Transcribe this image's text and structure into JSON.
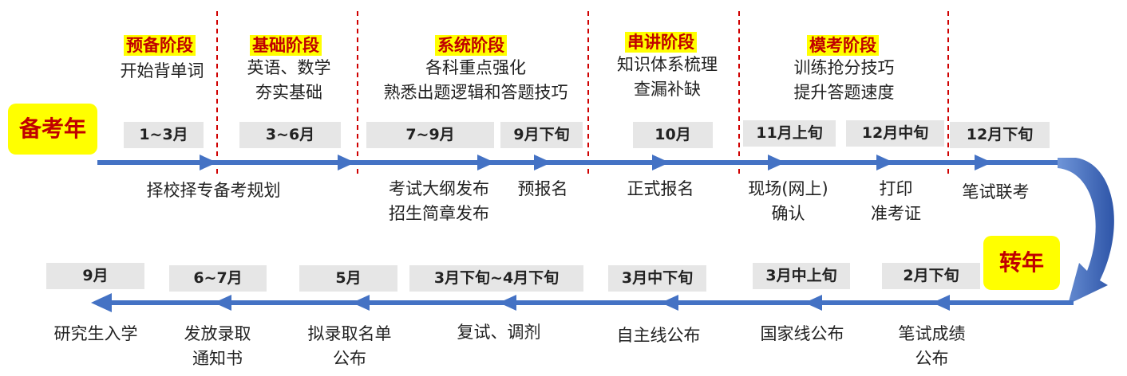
{
  "badges": {
    "year": "备考年",
    "turn": "转年"
  },
  "stages": [
    {
      "title": "预备阶段",
      "desc": [
        "开始背单词"
      ]
    },
    {
      "title": "基础阶段",
      "desc": [
        "英语、数学",
        "夯实基础"
      ]
    },
    {
      "title": "系统阶段",
      "desc": [
        "各科重点强化",
        "熟悉出题逻辑和答题技巧"
      ]
    },
    {
      "title": "串讲阶段",
      "desc": [
        "知识体系梳理",
        "查漏补缺"
      ]
    },
    {
      "title": "模考阶段",
      "desc": [
        "训练抢分技巧",
        "提升答题速度"
      ]
    }
  ],
  "top_months": [
    "1~3月",
    "3~6月",
    "7~9月",
    "9月下旬",
    "10月",
    "11月上旬",
    "12月中旬",
    "12月下旬"
  ],
  "top_events": [
    [
      "择校择专备考规划"
    ],
    [
      "考试大纲发布",
      "招生简章发布"
    ],
    [
      "预报名"
    ],
    [
      "正式报名"
    ],
    [
      "现场(网上)",
      "确认"
    ],
    [
      "打印",
      "准考证"
    ],
    [
      "笔试联考"
    ]
  ],
  "bottom_months": [
    "2月下旬",
    "3月中上旬",
    "3月中下旬",
    "3月下旬~4月下旬",
    "5月",
    "6~7月",
    "9月"
  ],
  "bottom_events": [
    [
      "笔试成绩",
      "公布"
    ],
    [
      "国家线公布"
    ],
    [
      "自主线公布"
    ],
    [
      "复试、调剂"
    ],
    [
      "拟录取名单",
      "公布"
    ],
    [
      "发放录取",
      "通知书"
    ],
    [
      "研究生入学"
    ]
  ],
  "colors": {
    "arrow": "#4472c4",
    "divider": "#d00000",
    "badge": "#ffff00",
    "title": "#c00000"
  }
}
